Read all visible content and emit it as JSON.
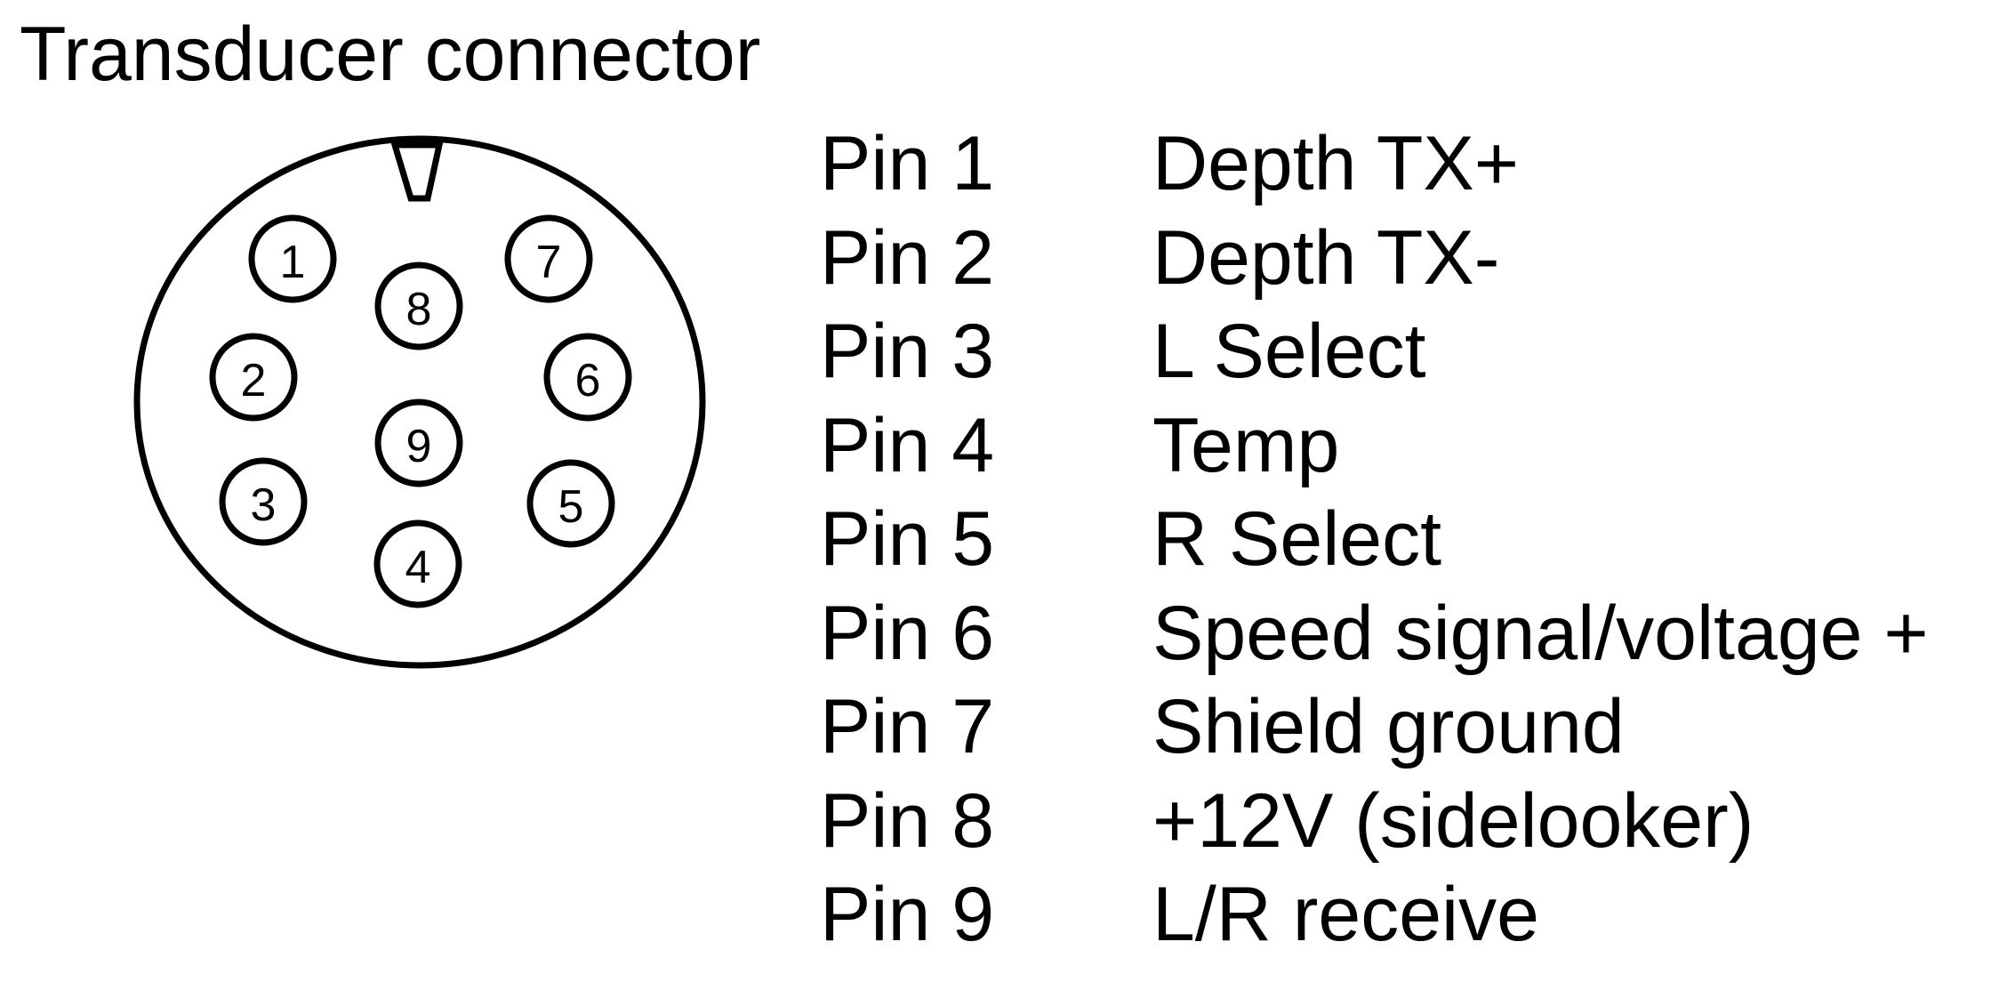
{
  "title": "Transducer connector",
  "connector": {
    "pins": [
      {
        "number": "1"
      },
      {
        "number": "2"
      },
      {
        "number": "3"
      },
      {
        "number": "4"
      },
      {
        "number": "5"
      },
      {
        "number": "6"
      },
      {
        "number": "7"
      },
      {
        "number": "8"
      },
      {
        "number": "9"
      }
    ]
  },
  "pinout": [
    {
      "pin": "Pin 1",
      "function": "Depth TX+"
    },
    {
      "pin": "Pin 2",
      "function": "Depth TX-"
    },
    {
      "pin": "Pin 3",
      "function": "L Select"
    },
    {
      "pin": "Pin 4",
      "function": "Temp"
    },
    {
      "pin": "Pin 5",
      "function": "R Select"
    },
    {
      "pin": "Pin 6",
      "function": "Speed signal/voltage +"
    },
    {
      "pin": "Pin 7",
      "function": "Shield ground"
    },
    {
      "pin": "Pin 8",
      "function": "+12V (sidelooker)"
    },
    {
      "pin": "Pin 9",
      "function": "L/R receive"
    }
  ]
}
